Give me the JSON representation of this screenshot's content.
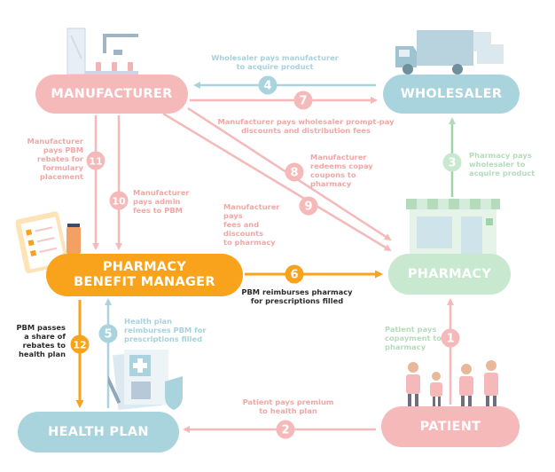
{
  "colors": {
    "pink": "#f5b9b9",
    "pink_dark": "#f08e8e",
    "blue": "#a9d4de",
    "blue_dark": "#93c6d3",
    "green": "#c8e8cf",
    "green_dark": "#9fd3a9",
    "orange": "#f9a21b",
    "label_dark": "#2b2b2b"
  },
  "nodes": {
    "manufacturer": "MANUFACTURER",
    "wholesaler": "WHOLESALER",
    "pbm_line1": "PHARMACY",
    "pbm_line2": "BENEFIT MANAGER",
    "pharmacy": "PHARMACY",
    "health_plan": "HEALTH PLAN",
    "patient": "PATIENT"
  },
  "flows": [
    {
      "num": "1",
      "lines": [
        "Patient pays",
        "copayment to",
        "pharmacy"
      ]
    },
    {
      "num": "2",
      "lines": [
        "Patient pays premium",
        "to health plan"
      ]
    },
    {
      "num": "3",
      "lines": [
        "Pharmacy pays",
        "wholesaler to",
        "acquire product"
      ]
    },
    {
      "num": "4",
      "lines": [
        "Wholesaler pays manufacturer",
        "to acquire product"
      ]
    },
    {
      "num": "5",
      "lines": [
        "Health plan",
        "reimburses PBM for",
        "prescriptions filled"
      ]
    },
    {
      "num": "6",
      "lines": [
        "PBM reimburses pharmacy",
        "for prescriptions filled"
      ]
    },
    {
      "num": "7",
      "lines": [
        "Manufacturer pays wholesaler prompt-pay",
        "discounts and distribution fees"
      ]
    },
    {
      "num": "8",
      "lines": [
        "Manufacturer",
        "redeems copay",
        "coupons to pharmacy"
      ]
    },
    {
      "num": "9",
      "lines": [
        "Manufacturer pays",
        "fees and discounts",
        "to pharmacy"
      ]
    },
    {
      "num": "10",
      "lines": [
        "Manufacturer",
        "pays admin",
        "fees to PBM"
      ]
    },
    {
      "num": "11",
      "lines": [
        "Manufacturer",
        "pays PBM",
        "rebates for",
        "formulary",
        "placement"
      ]
    },
    {
      "num": "12",
      "lines": [
        "PBM passes",
        "a share of",
        "rebates to",
        "health plan"
      ]
    }
  ],
  "icons": {
    "manufacturer": "factory-icon",
    "wholesaler": "truck-icon",
    "pbm": "clipboard-icon",
    "pharmacy": "storefront-icon",
    "health_plan": "insurance-documents-icon",
    "patient": "people-icon"
  }
}
